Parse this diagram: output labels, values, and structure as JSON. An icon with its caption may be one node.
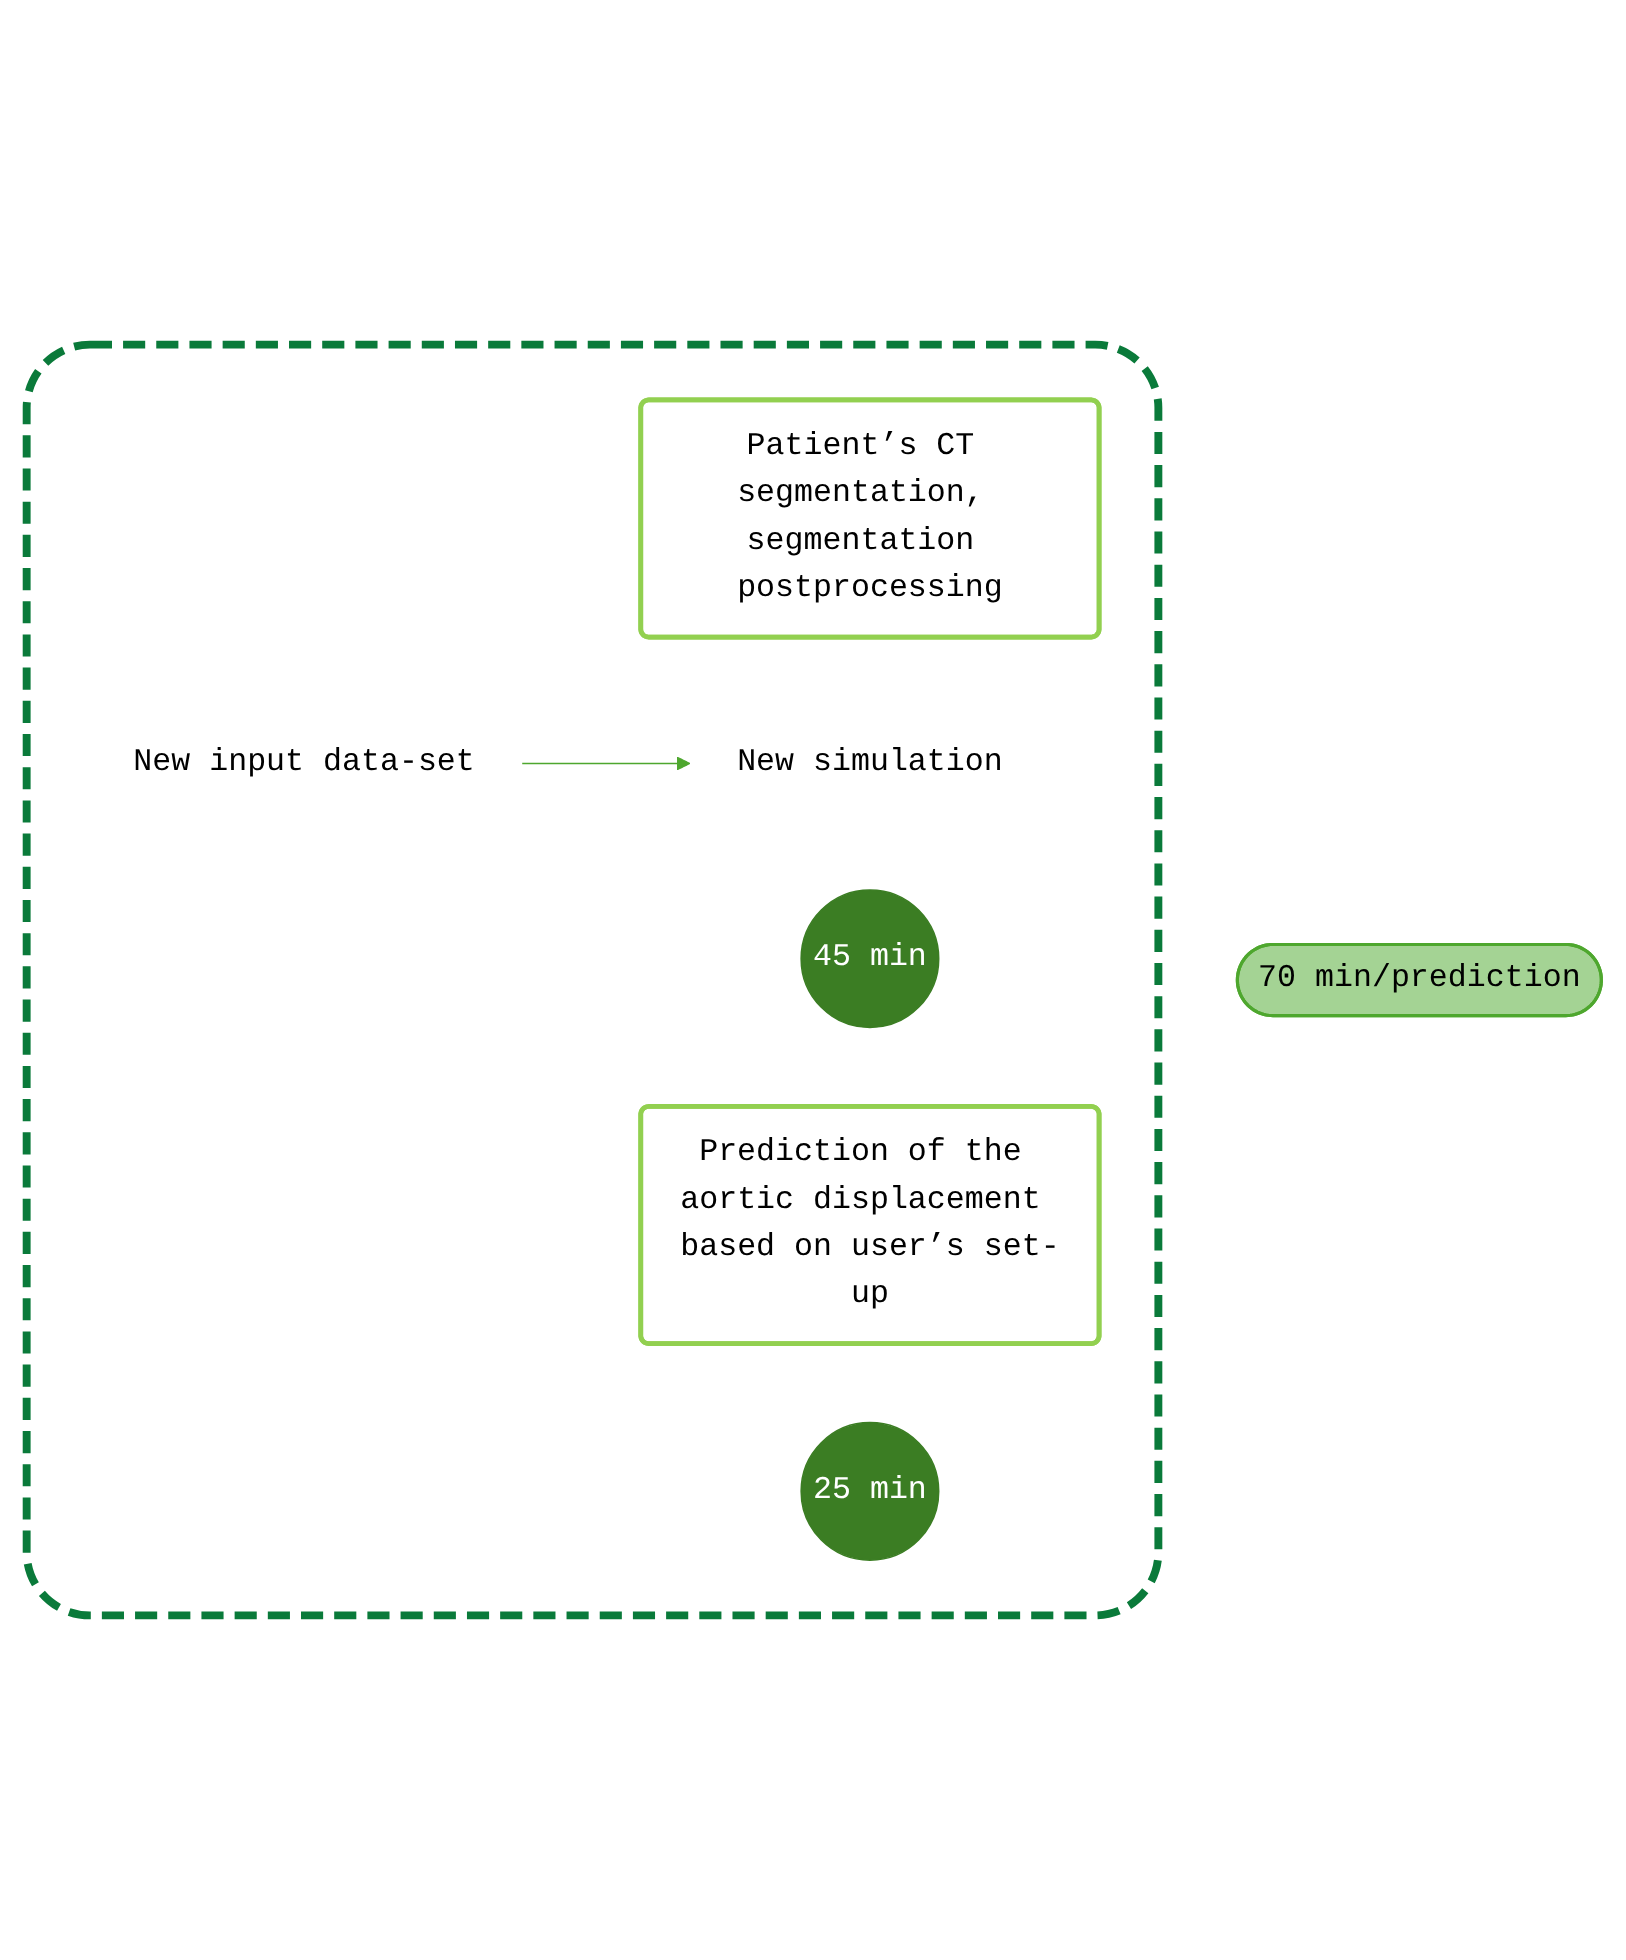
{
  "diagram": {
    "nodes": [
      {
        "text": [],
        "shape": "box"
      },
      {
        "text": [
          "Patient’s CT segmentation, segmentation postprocessing"
        ],
        "in": 0
      },
      {
        "text": [
          "45 min"
        ],
        "in": 0
      },
      {
        "text": [
          "Prediction of the aortic displacement based on user’s set-up"
        ],
        "in": 0
      },
      {
        "text": [
          "25 min"
        ],
        "in": 0
      },
      {
        "text": [
          "New input data-set"
        ],
        "in": 0
      },
      {
        "text": [
          "New simulation"
        ],
        "in": 0
      },
      {
        "text": [
          "70 min/prediction"
        ]
      }
    ],
    "edges": [
      {
        "from": 5,
        "to": 6,
        "arrow": "to"
      }
    ]
  }
}
